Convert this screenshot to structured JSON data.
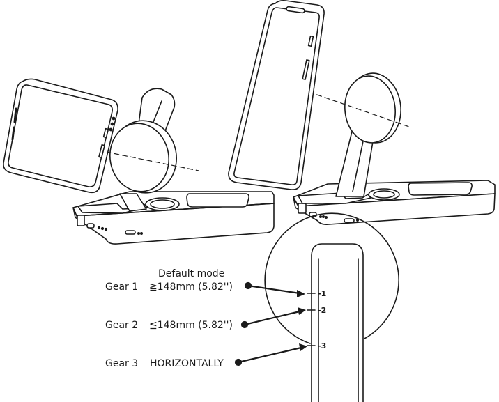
{
  "labels": {
    "default_mode": "Default mode",
    "gear1_name": "Gear 1",
    "gear1_spec": "≧148mm (5.82'')",
    "gear2_name": "Gear 2",
    "gear2_spec": "≦148mm (5.82'')",
    "gear3_name": "Gear 3",
    "gear3_spec": "HORIZONTALLY"
  },
  "markers": {
    "m1": "-1",
    "m2": "-2",
    "m3": "-3"
  }
}
